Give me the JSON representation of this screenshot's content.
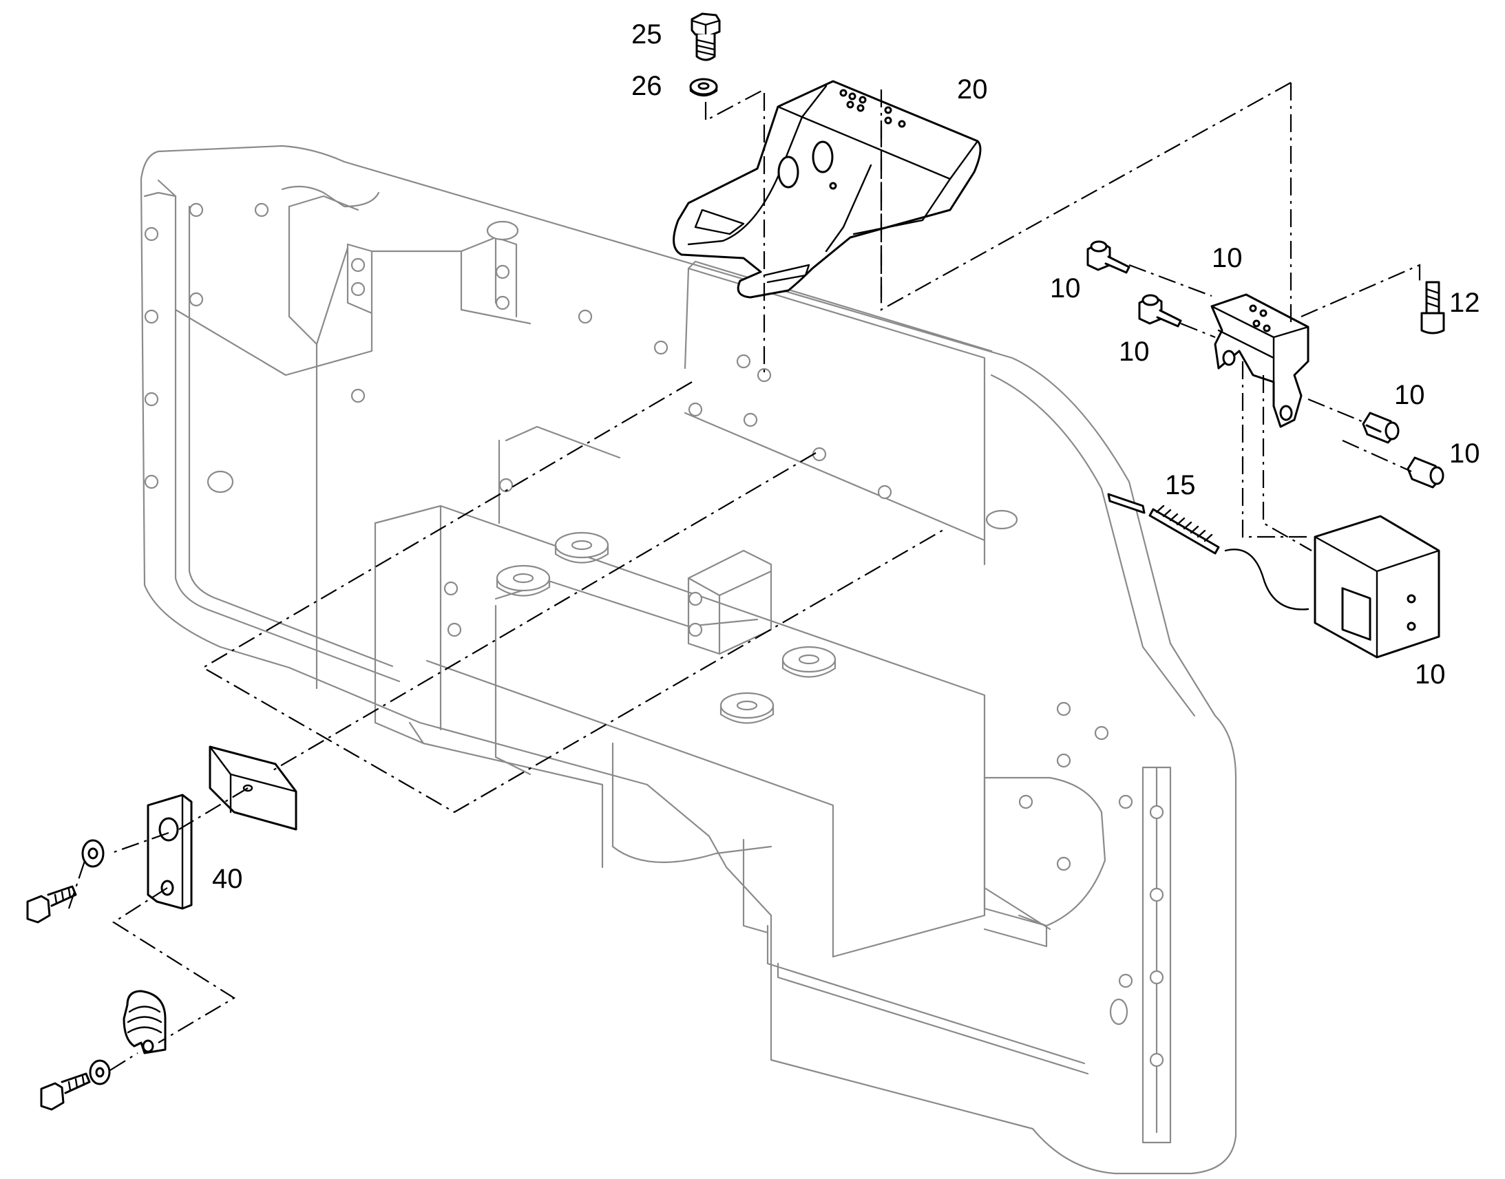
{
  "callouts": {
    "c25": "25",
    "c26": "26",
    "c20": "20",
    "c10_top": "10",
    "c10_left_a": "10",
    "c10_left_b": "10",
    "c12": "12",
    "c10_right_a": "10",
    "c10_right_b": "10",
    "c15": "15",
    "c10_sensor": "10",
    "c40": "40"
  }
}
